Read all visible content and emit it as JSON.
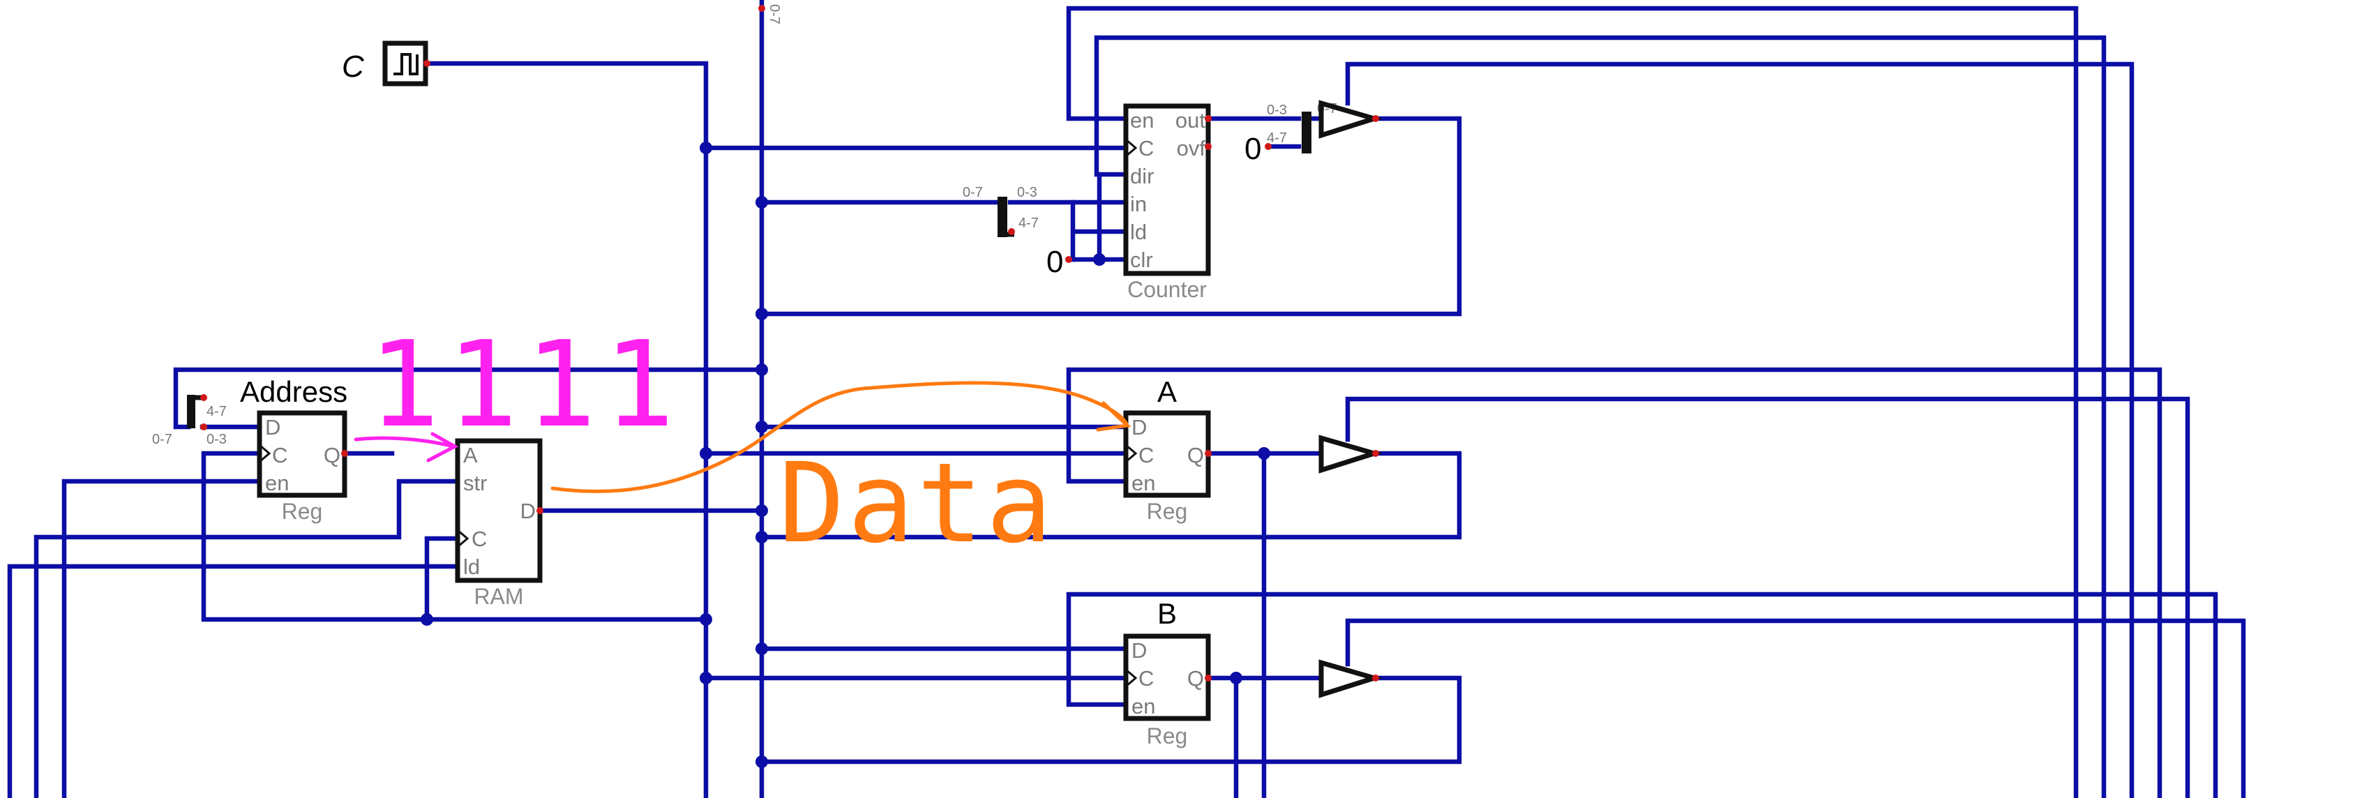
{
  "clock": {
    "label": "C"
  },
  "bus": {
    "label": "0-7"
  },
  "counter": {
    "name": "Counter",
    "pins": {
      "en": "en",
      "c": "C",
      "dir": "dir",
      "in": "in",
      "ld": "ld",
      "clr": "clr",
      "out": "out",
      "ovf": "ovf"
    }
  },
  "address_reg": {
    "title": "Address",
    "name": "Reg",
    "pins": {
      "d": "D",
      "c": "C",
      "en": "en",
      "q": "Q"
    }
  },
  "ram": {
    "name": "RAM",
    "pins": {
      "a": "A",
      "str": "str",
      "c": "C",
      "ld": "ld",
      "d": "D"
    }
  },
  "reg_a": {
    "title": "A",
    "name": "Reg",
    "pins": {
      "d": "D",
      "c": "C",
      "en": "en",
      "q": "Q"
    }
  },
  "reg_b": {
    "title": "B",
    "name": "Reg",
    "pins": {
      "d": "D",
      "c": "C",
      "en": "en",
      "q": "Q"
    }
  },
  "constants": {
    "counter_clr": "0",
    "out_high_nibble": "0"
  },
  "splitters": {
    "counter_in": {
      "full": "0-7",
      "low": "0-3",
      "high": "4-7"
    },
    "counter_out": {
      "low": "0-3",
      "high": "4-7",
      "full": "0-7"
    },
    "address": {
      "full": "0-7",
      "low": "0-3",
      "high": "4-7"
    }
  },
  "annotations": {
    "address_value": "1111",
    "data_label": "Data"
  },
  "colors": {
    "wire": "#0c0ea6",
    "pin": "#d01818",
    "annotation_magenta": "#ff22ee",
    "annotation_orange": "#ff7a10"
  }
}
